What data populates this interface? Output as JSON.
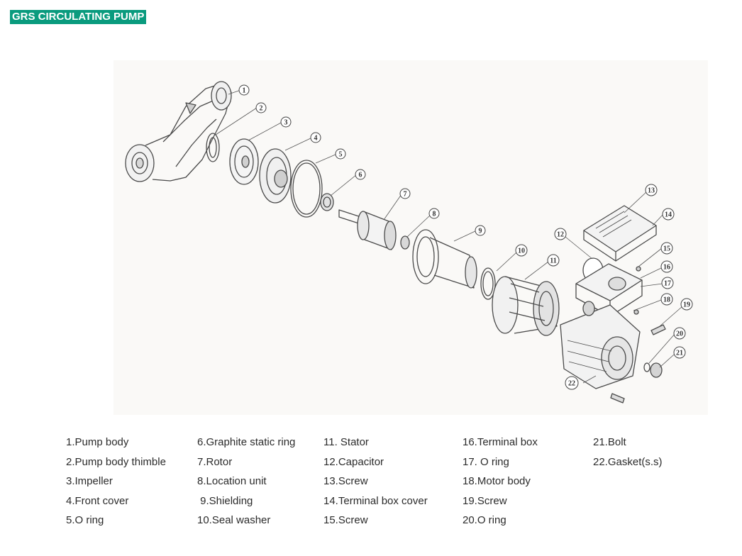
{
  "title": "GRS CIRCULATING PUMP",
  "colors": {
    "title_bg": "#0a9b7e",
    "title_text": "#ffffff",
    "line": "#4a4a4a"
  },
  "callouts": [
    "1",
    "2",
    "3",
    "4",
    "5",
    "6",
    "7",
    "8",
    "9",
    "10",
    "11",
    "12",
    "13",
    "14",
    "15",
    "16",
    "17",
    "18",
    "19",
    "20",
    "21",
    "22"
  ],
  "legend": {
    "columns": [
      [
        "1.Pump body",
        "2.Pump body thimble",
        "3.Impeller",
        "4.Front cover",
        "5.O ring"
      ],
      [
        "6.Graphite static ring",
        "7.Rotor",
        "8.Location unit",
        " 9.Shielding",
        "10.Seal washer"
      ],
      [
        "11. Stator",
        "12.Capacitor",
        "13.Screw",
        "14.Terminal box cover",
        "15.Screw"
      ],
      [
        "16.Terminal box",
        "17. O ring",
        "18.Motor body",
        "19.Screw",
        "20.O ring"
      ],
      [
        "21.Bolt",
        "22.Gasket(s.s)"
      ]
    ]
  }
}
